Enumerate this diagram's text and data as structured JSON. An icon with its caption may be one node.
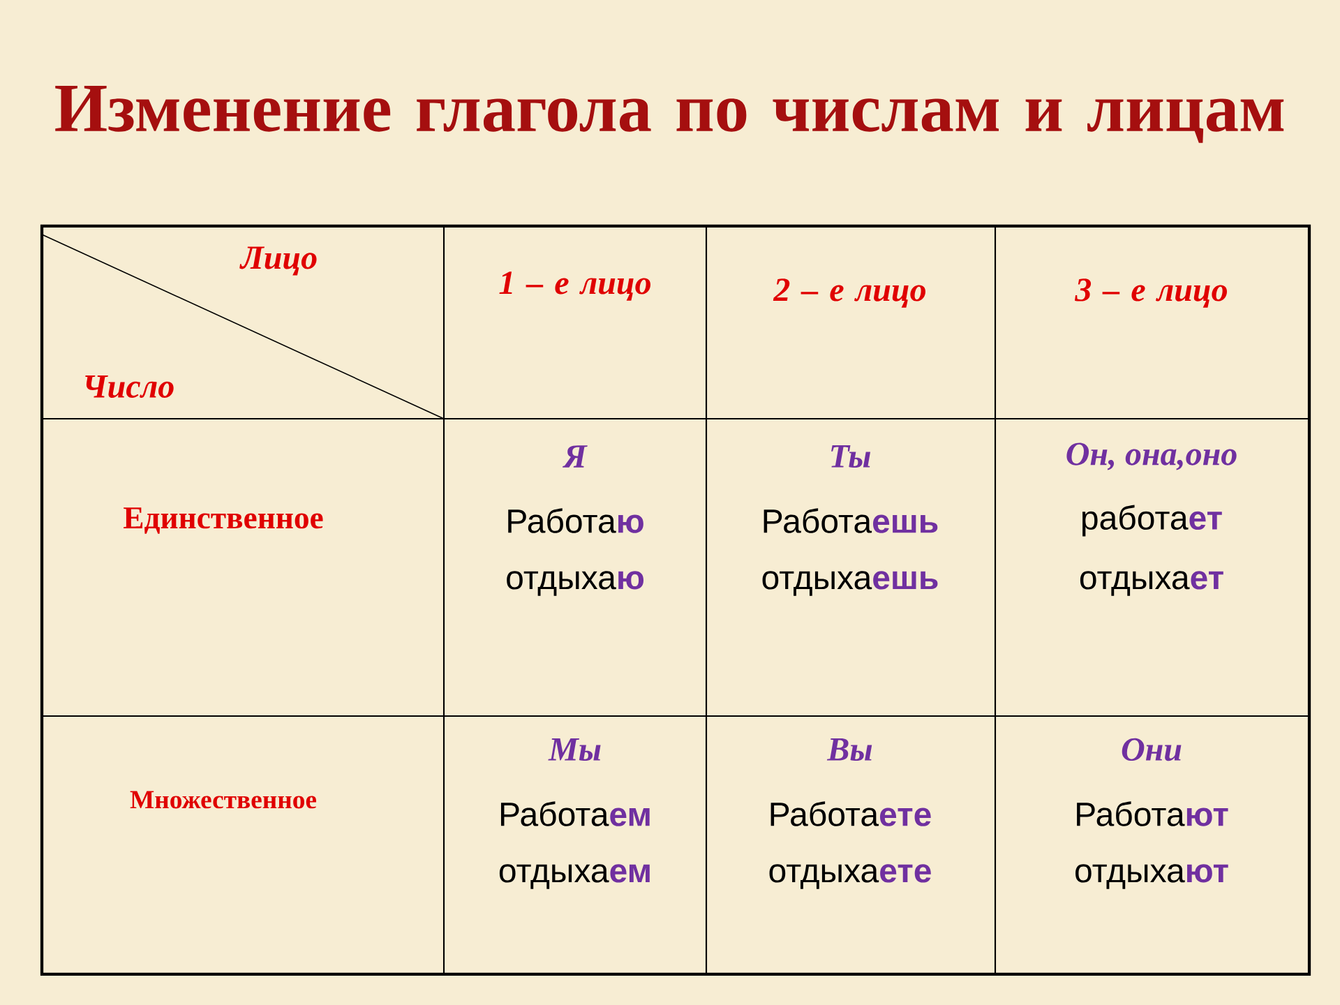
{
  "diagram": {
    "title": "Изменение глагола по числам и лицам",
    "labels": [
      "Лицо",
      "Число",
      "1 – е лицо",
      "2 – е лицо",
      "3 – е лицо",
      "Единственное",
      "Я",
      "Работа**ю**",
      "отдыха**ю**",
      "Ты",
      "Работа**ешь**",
      "отдыха**ешь**",
      "Он, она,оно",
      "работа**ет**",
      "отдыха**ет**",
      "Множественное",
      "Мы",
      "Работа**ем**",
      "отдыха**ем**",
      "Вы",
      "Работа**ете**",
      "отдыха**ете**",
      "Они",
      "Работа**ют**",
      "отдыха**ют**"
    ]
  }
}
